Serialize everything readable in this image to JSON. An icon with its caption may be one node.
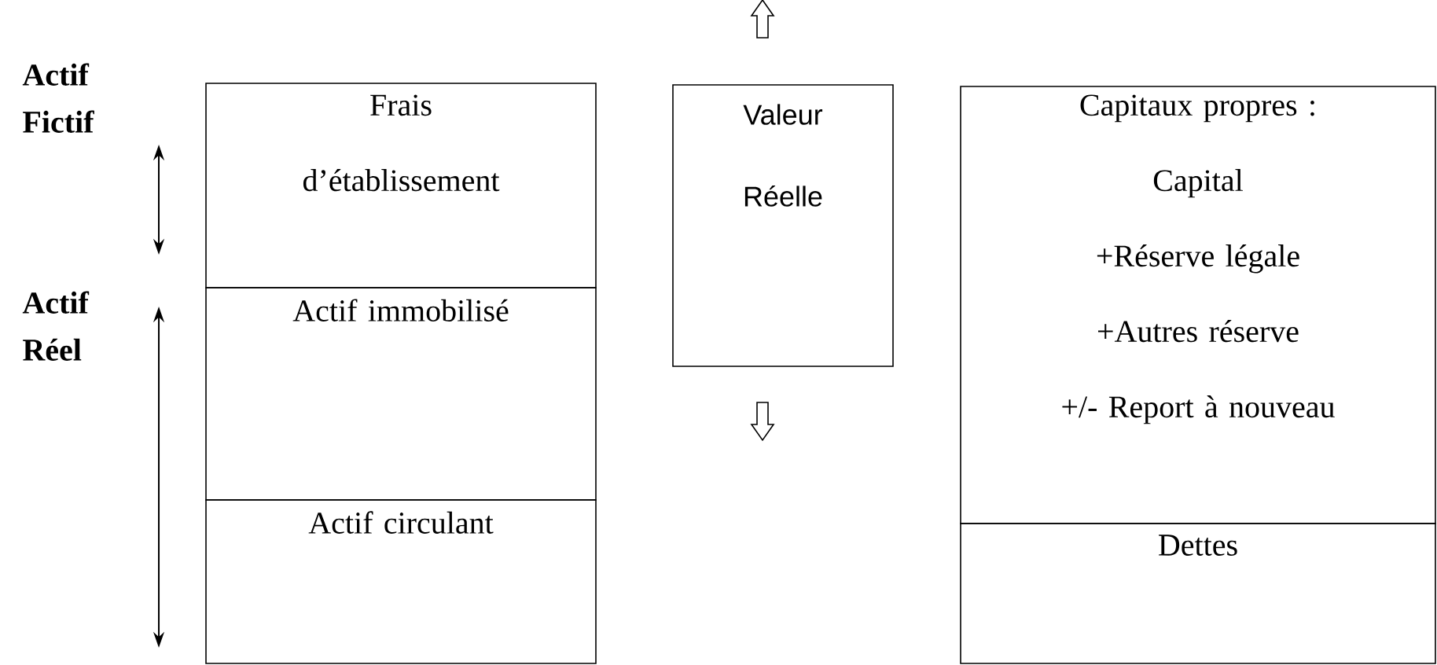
{
  "diagram": {
    "nodes": [
      {
        "text": [
          "Frais d’établissement"
        ]
      },
      {
        "text": [
          "Actif immobilisé"
        ]
      },
      {
        "text": [
          "Actif circulant"
        ]
      },
      {
        "text": [
          "Valeur Réelle"
        ]
      },
      {
        "text": [
          "Capitaux propres :",
          "Capital",
          "+Réserve légale",
          "+Autres réserve",
          "+/- Report à nouveau"
        ]
      },
      {
        "text": [
          "Dettes"
        ]
      }
    ],
    "labels": [
      "Actif Fictif",
      "Actif Réel"
    ]
  }
}
